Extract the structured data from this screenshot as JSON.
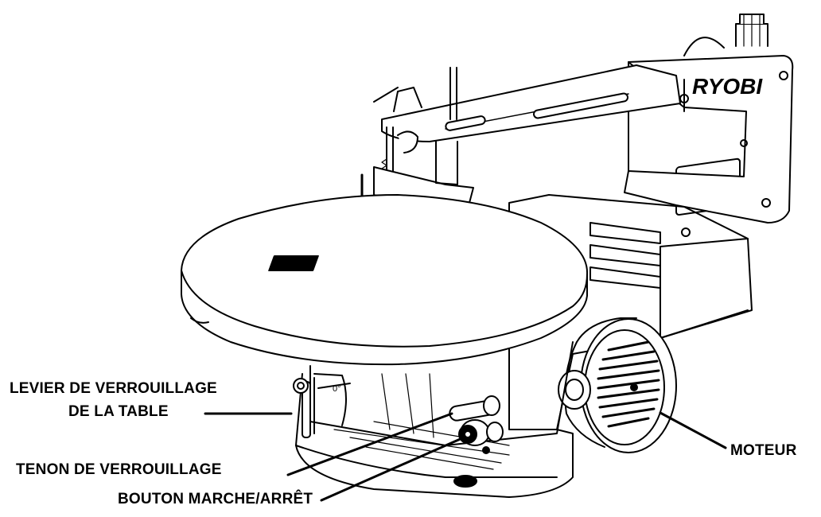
{
  "brand": "RYOBI",
  "labels": {
    "table_lock_lever_line1": "LEVIER DE VERROUILLAGE",
    "table_lock_lever_line2": "DE LA TABLE",
    "locking_pin": "TENON DE VERROUILLAGE",
    "on_off_button": "BOUTON MARCHE/ARRÊT",
    "motor": "MOTEUR"
  },
  "bevel_scale_mark": "0°"
}
